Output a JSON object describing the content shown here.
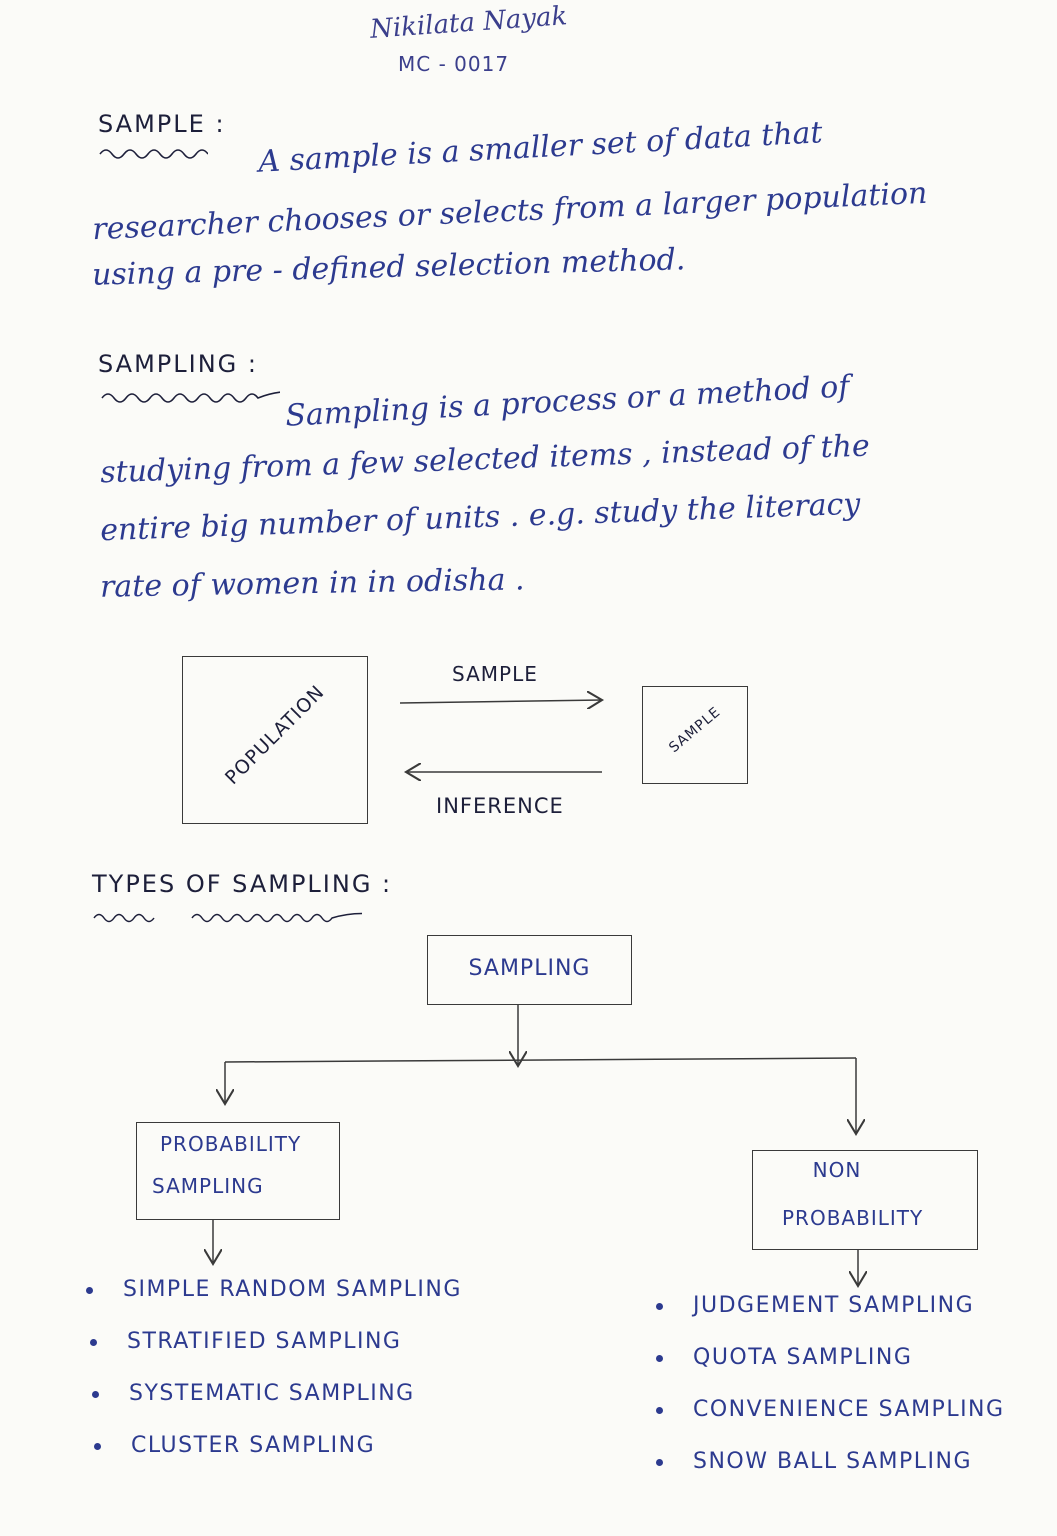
{
  "header": {
    "author": "Nikilata Nayak",
    "roll": "MC - 0017"
  },
  "sample_section": {
    "heading": "SAMPLE :",
    "lines": [
      "A sample is a smaller set of data that",
      "researcher chooses or selects from a larger population",
      "using a pre - defined selection method."
    ]
  },
  "sampling_section": {
    "heading": "SAMPLING :",
    "lines": [
      "Sampling is a process or a method of",
      "studying from a few selected items , instead of the",
      "entire big number of units . e.g. study the literacy",
      "rate of women in in odisha ."
    ]
  },
  "diagram1": {
    "population_label": "POPULATION",
    "sample_box_label": "SAMPLE",
    "arrow_top_label": "SAMPLE",
    "arrow_bottom_label": "INFERENCE"
  },
  "types_section": {
    "heading": "TYPES OF SAMPLING :",
    "root": "SAMPLING",
    "probability": {
      "label_line1": "PROBABILITY",
      "label_line2": "SAMPLING",
      "items": [
        "SIMPLE RANDOM SAMPLING",
        "STRATIFIED SAMPLING",
        "SYSTEMATIC SAMPLING",
        "CLUSTER SAMPLING"
      ]
    },
    "non_probability": {
      "label_line1": "NON",
      "label_line2": "PROBABILITY",
      "items": [
        "JUDGEMENT SAMPLING",
        "QUOTA SAMPLING",
        "CONVENIENCE SAMPLING",
        "SNOW BALL SAMPLING"
      ]
    }
  },
  "colors": {
    "ink_blue": "#2c3a8f",
    "pencil": "#3a3a3a"
  }
}
